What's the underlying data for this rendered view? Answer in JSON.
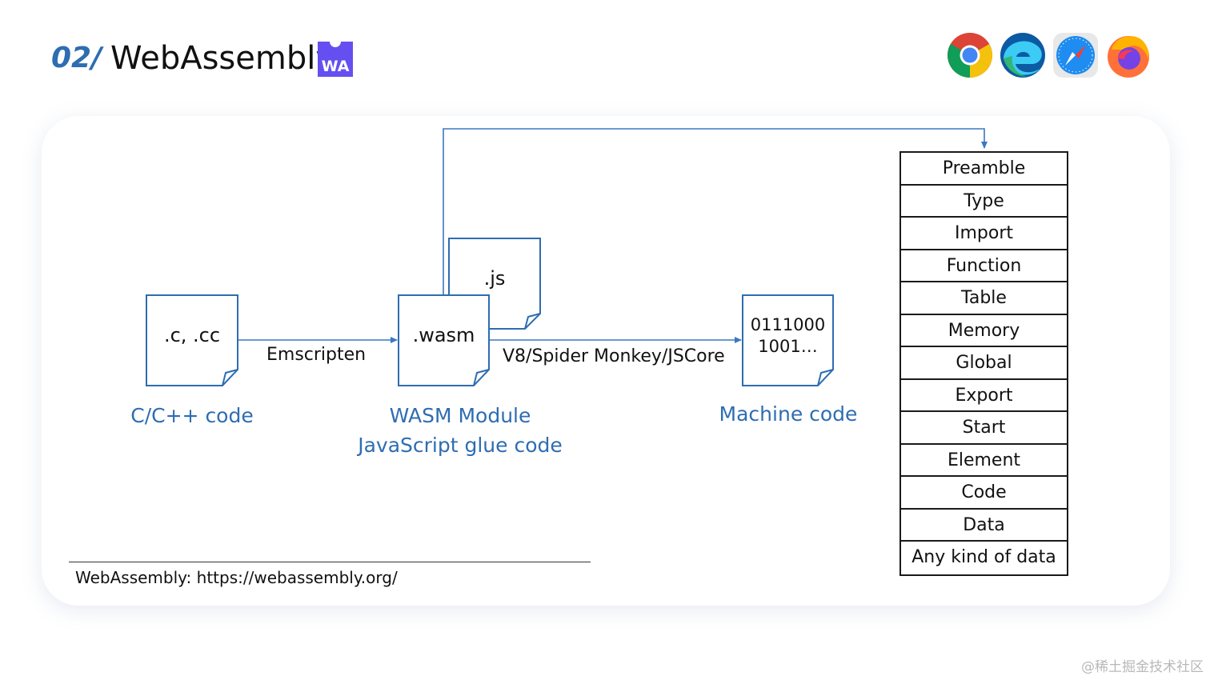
{
  "header": {
    "number": "02/",
    "title": "WebAssembly",
    "logo_text": "WA"
  },
  "browsers": [
    {
      "icon": "chrome-icon"
    },
    {
      "icon": "edge-icon"
    },
    {
      "icon": "safari-icon"
    },
    {
      "icon": "firefox-icon"
    }
  ],
  "diagram": {
    "source_file": ".c, .cc",
    "source_caption": "C/C++ code",
    "edge_compile": "Emscripten",
    "wasm_file": ".wasm",
    "js_file": ".js",
    "module_caption_line1": "WASM Module",
    "module_caption_line2": "JavaScript glue code",
    "edge_engine": "V8/Spider Monkey/JSCore",
    "machine_file_line1": "0111000",
    "machine_file_line2": "1001…",
    "machine_caption": "Machine code",
    "sections": [
      "Preamble",
      "Type",
      "Import",
      "Function",
      "Table",
      "Memory",
      "Global",
      "Export",
      "Start",
      "Element",
      "Code",
      "Data",
      "Any kind of data"
    ]
  },
  "footnote": "WebAssembly: https://webassembly.org/",
  "watermark": "@稀土掘金技术社区",
  "colors": {
    "accent": "#2e6db1",
    "wa_purple": "#654ff0",
    "line": "#3a78c0"
  }
}
